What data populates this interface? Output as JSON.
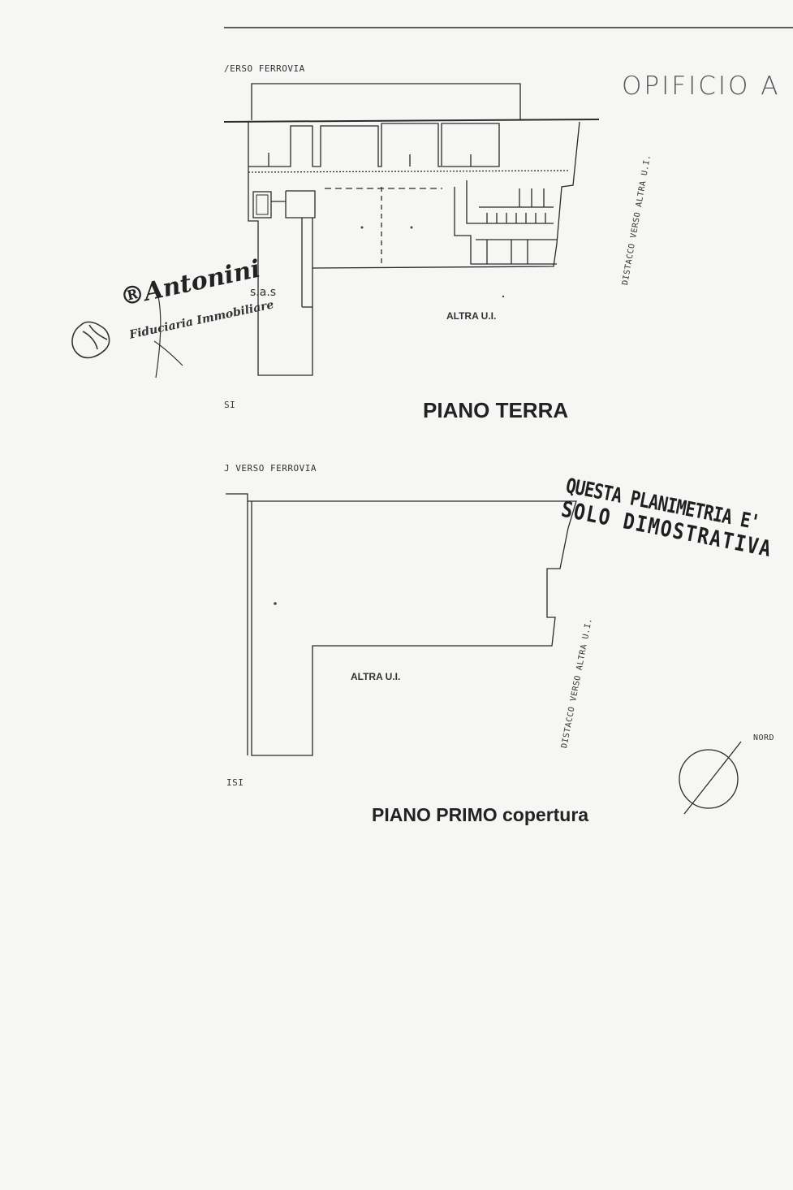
{
  "sheet": {
    "title": "OPIFICIO A"
  },
  "ground_floor": {
    "top_label": "/ERSO FERROVIA",
    "title": "PIANO TERRA",
    "area_label": "ALTRA U.I.",
    "side_label": "DISTACCO VERSO ALTRA U.I.",
    "left_label": "SI"
  },
  "first_floor": {
    "top_label": "J VERSO FERROVIA",
    "title": "PIANO PRIMO copertura",
    "area_label": "ALTRA U.I.",
    "side_label": "DISTACCO VERSO ALTRA U.I.",
    "left_label": "ISI"
  },
  "north_arrow": {
    "label": "NORD"
  },
  "stamp": {
    "line1": "QUESTA PLANIMETRIA E'",
    "line2": "SOLO  DIMOSTRATIVA"
  },
  "agency_logo": {
    "name": "®Antonini",
    "suffix": "s.a.s",
    "subtitle": "Fiduciaria Immobiliare"
  }
}
